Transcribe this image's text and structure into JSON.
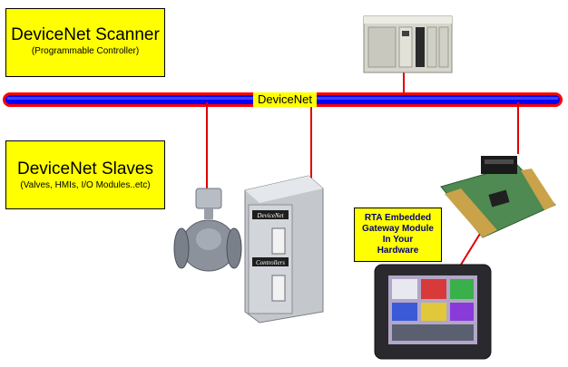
{
  "scanner": {
    "title": "DeviceNet Scanner",
    "subtitle": "(Programmable Controller)"
  },
  "bus": {
    "label": "DeviceNet"
  },
  "slaves": {
    "title": "DeviceNet Slaves",
    "subtitle": "(Valves, HMIs, I/O Modules..etc)"
  },
  "gateway": {
    "line1": "RTA Embedded",
    "line2": "Gateway Module",
    "line3": "In Your",
    "line4": "Hardware"
  },
  "io_module": {
    "brand": "DeviceNet",
    "maker": "Controllers"
  },
  "colors": {
    "callout_fill": "#ffff00",
    "bus_fill": "#0000ff",
    "bus_outline": "#ff0000",
    "drop_lines": "#e00000",
    "gateway_text": "#000080"
  }
}
